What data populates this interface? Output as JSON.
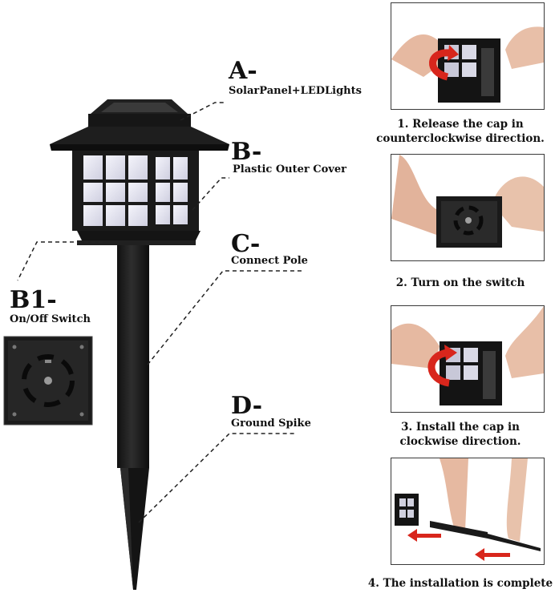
{
  "callouts": {
    "a": {
      "letter": "A-",
      "text": "SolarPanel+LEDLights"
    },
    "b": {
      "letter": "B-",
      "text": "Plastic Outer Cover"
    },
    "b1": {
      "letter": "B1-",
      "text": "On/Off Switch"
    },
    "c": {
      "letter": "C-",
      "text": "Connect Pole"
    },
    "d": {
      "letter": "D-",
      "text": "Ground Spike"
    }
  },
  "steps": [
    {
      "line1": "1. Release the cap in",
      "line2": "counterclockwise direction."
    },
    {
      "line1": "2. Turn on the switch",
      "line2": ""
    },
    {
      "line1": "3. Install the cap in",
      "line2": "clockwise direction."
    },
    {
      "line1": "4. The installation is complete",
      "line2": ""
    }
  ],
  "colors": {
    "arrow_red": "#d8261c",
    "product_black": "#1c1c1c",
    "panel_glow": "#e9e9f2"
  }
}
